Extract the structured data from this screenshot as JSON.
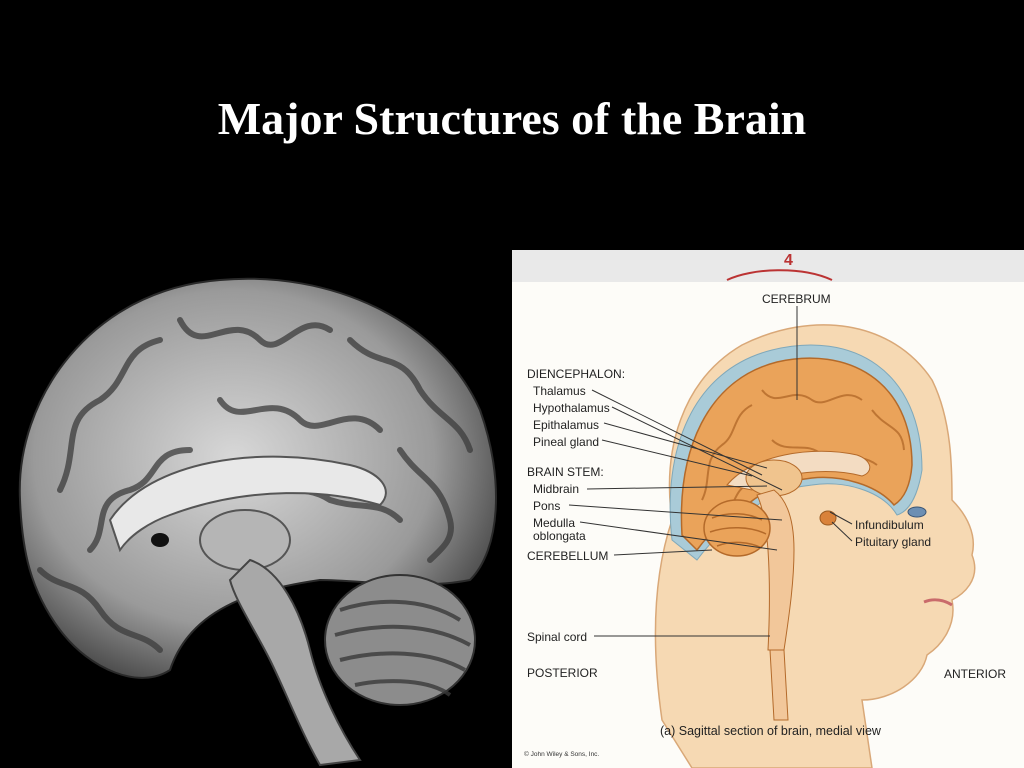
{
  "slide": {
    "title": "Major Structures of the Brain"
  },
  "photo": {
    "icon": "brain-photo-sagittal-icon"
  },
  "diagram": {
    "page_number": "4",
    "labels": {
      "cerebrum": "CEREBRUM",
      "diencephalon": "DIENCEPHALON:",
      "thalamus": "Thalamus",
      "hypothalamus": "Hypothalamus",
      "epithalamus": "Epithalamus",
      "pineal_gland": "Pineal gland",
      "brain_stem": "BRAIN STEM:",
      "midbrain": "Midbrain",
      "pons": "Pons",
      "medulla_1": "Medulla",
      "medulla_2": "oblongata",
      "cerebellum": "CEREBELLUM",
      "infundibulum": "Infundibulum",
      "pituitary_gland": "Pituitary gland",
      "spinal_cord": "Spinal cord",
      "posterior": "POSTERIOR",
      "anterior": "ANTERIOR"
    },
    "caption": "(a) Sagittal section of brain, medial view",
    "copyright": "© John Wiley & Sons, Inc.",
    "colors": {
      "skin": "#f6d9b3",
      "cortex": "#eaa35a",
      "meninges": "#a9cbd8",
      "background": "#fdfcf8"
    }
  }
}
